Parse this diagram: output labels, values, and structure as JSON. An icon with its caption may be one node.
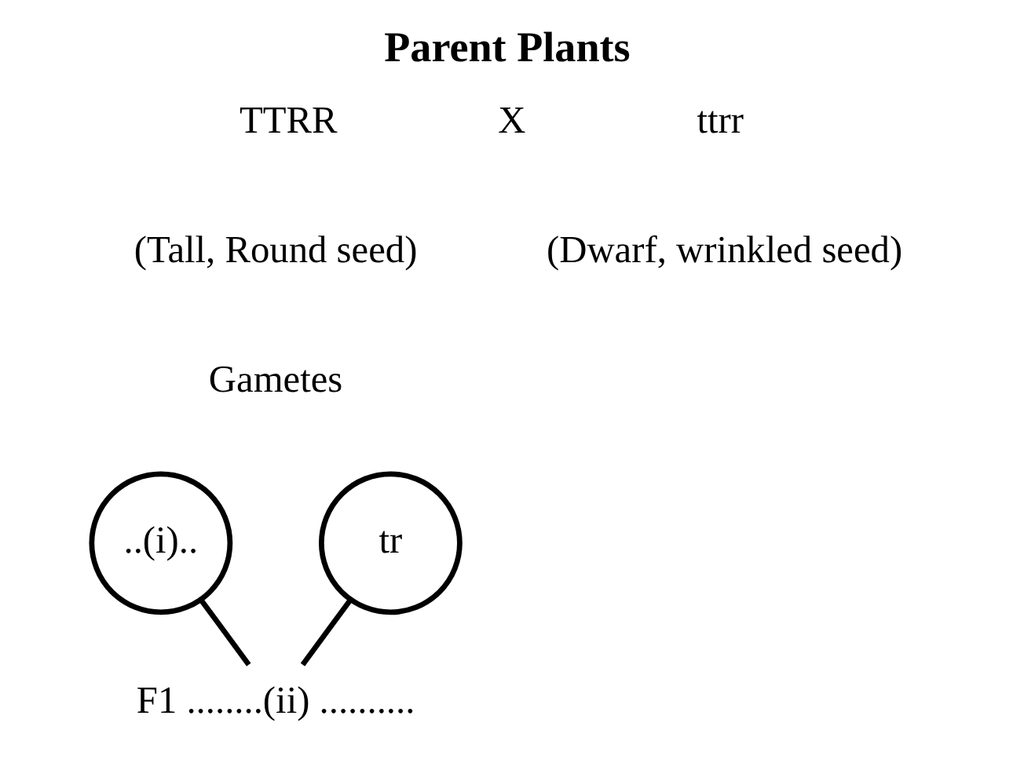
{
  "diagram": {
    "title": "Parent Plants",
    "nodes": [
      {
        "text": [
          "..(i).."
        ]
      },
      {
        "text": [
          "tr"
        ]
      },
      {
        "text": [
          "F1 ........(ii) .........."
        ]
      }
    ],
    "edges": [
      {
        "from": 0,
        "to": 2,
        "arrow": "none"
      },
      {
        "from": 1,
        "to": 2,
        "arrow": "none"
      }
    ],
    "labels": [
      "TTRR",
      "X",
      "ttrr",
      "(Tall, Round seed)",
      "(Dwarf, wrinkled seed)",
      "Gametes"
    ]
  }
}
